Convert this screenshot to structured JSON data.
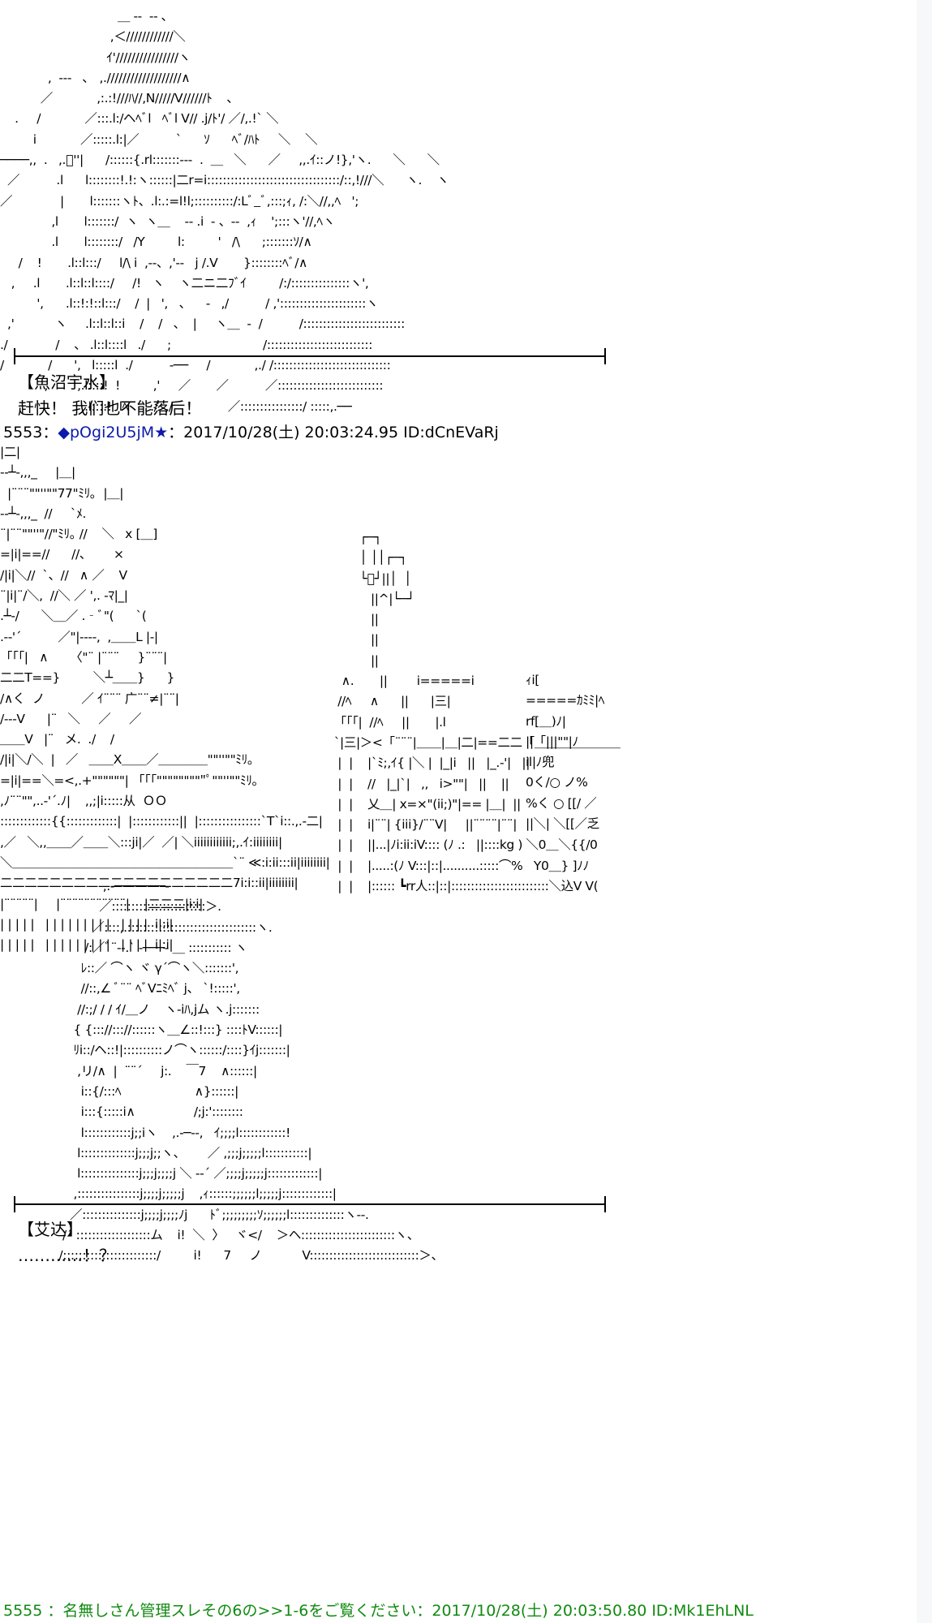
{
  "panel1": {
    "art": "                                ＿ -‐  ‐- ､\n                              ,＜////////////＼\n                             ｲ'////////////////ヽ\n             ,  -‐-   ､   ,.///////////////////∧\n           ／            ,:.:!///ﾊ//,N/////V//////ﾄ    ､\n    .     /            ／:::.l:/ヘﾍﾞl   ﾍﾞl V// .j/ﾄ'/ ／/,.!` ＼\n         i            ／:::::.l:|／          `      ｿ      ﾍﾞ/ﾊﾄ     ＼    ＼\n────,,  .   ,.ﾞ''|      /::::::{.rl:::::::--‐  .  ＿   ＼      ／     ,,.ｲ::ノ!},'ヽ.      ＼      ＼\n  ／          .l      l::::::::!.!:ヽ::::::|二r=i::::::::::::::::::::::::::::::::::/::,!///＼      ヽ.    ヽ\n／             |       l:::::::ヽﾄ、.l:.:=l!l;::::::::::/:Lﾞ_ﾞ,:::;ｨ, /:＼//,,ﾍ   ';\n              ,l       l:::::::/  ヽ  ヽ＿    -‐ .i  - 、-‐  ,ｨ    ';:::ヽ'//,ﾍヽ\n              .l       l::::::::/   /Y         l:         '   /\\      ;:::::::ｿ/∧\n     /    !       .l::l:::/     l/\\ i  ,‐-、,'-‐   j /.V       }::::::::ﾍﾞ/∧\n   ,     .l       .l::l::l::::/     /!   ヽ    ヽ二ニ二ﾌﾞｲ         /:/:::::::::::::::ヽ',\n          ',      .l::!:!::l:::/    /  |   ',   、    ‐   ,/          / ,'::::::::::::::::::::::ヽ\n  ,'           ヽ     .l::l::l::i    /    /   、  |     ヽ＿  ‐  /          /::::::::::::::::::::::::::\n./             /    、 .l::l::::l   ./      ;                         /:::::::::::::::::::::::::::\n/            /      ',   l:::::l  ./          ‐──     /            ,./ /::::::::::::::::::::::::::::::\n            ,        ,.l::::!  !         ,'     ／       ／          ／:::::::::::::::::::::::::::\n                       .l::::!  lﾍ      ./  ,/               ／::::::::::::::::/ :::::,.──",
    "caption_name": "【魚沼宇水】",
    "caption_line": "  赶快！  我们也不能落后！"
  },
  "post_5553": {
    "number": "5553",
    "separator": "：",
    "trip_marker": "◆",
    "trip": "pOgi2U5jM",
    "star": "★",
    "datetime": "：2017/10/28(土) 20:03:24.95",
    "id": "ID:dCnEVaRj"
  },
  "panel2": {
    "art": "|二|\n-‐┴‐,,,_     |＿|\n  |¨¨¨\"\"''\"\"77\"ﾐﾘ｡  |＿|\n-‐┴‐,,,_  //     `ﾒ.\n¨|¨¨\"\"''\"//\"ﾐﾘ｡ //    ＼   x [＿]\n=|i|==//      //、      ×\n/|i|＼//  `、//   ∧ ／    V\n¨|i|¨/＼,  //＼ ／ ',. -ﾏ|_|\n.┴‐/      ＼＿／ .‐ﾞ\"(      `(\n.‐‐'´          ／\"|‐‐‐-,  ,＿＿L |‐|\n「「「|   ∧      〈\"¨ |¨¨¨     }¨¨¨|\n二二T==}         ＼┴＿＿}      }\n/∧く  ノ          ／ ｲ¨¨¨ 广¨¨≠|¨¨|\n/--‐V      |¨   ＼     ／     ／\n＿＿V   |¨   メ.  ./    /\n/|i|＼/＼  |   ／   ＿＿X＿＿／＿＿＿＿\"\"''\"\"ﾐﾘ｡\n=|i|==＼=<,.+\"\"\"\"\"\"| 「「「\"\"\"\"\"\"\"\"\"ﾟ\"\"''\"\"ﾐﾘ｡\n,ﾉ¨¨\"\",..-'´.ﾉ|    ,,;|i:::::从  ＯＯ\n:::::::::::::{{:::::::::::::|  |::::::::::::||  |::::::::::::::::`T`i::.,.-二|\n,／   ＼,,＿＿／＿＿＼:::ji|／  ／| ＼iiiiiiiiiiii;,.ｲ:iiiiiiii|\n＼＿＿＿＿＿＿＿＿＿＿＿＿＿＿＿＿＿＿`¨ ≪:i:ii:::ii|iiiiiiii|\n二二二二二二二二二二二二二二二二二二二7i:i::ii|iiiiiiii|\n|¨¨¨¨¨|     |¨¨¨¨¨¨¨¨¨¨¨|    |二二二|i:i|\n| | | | |   | | | | | | | | |   | | | |  i|:i|\n| | | | |   | | | | | | | | |   | | | |  i|:i|",
    "art_right": "              ┌─┐\n              │ ││┌─┐\n              └ﾟ┘||│  │\n                 ||^|└─┘\n                 ||\n                 ||\n                 ||\n         ∧.       ||        i=====i\n        //ﾍ     ∧      ||      |三|\n       「「「|  //ﾍ     ||       |.l\n       `|三|＞<「¨¨¨|＿＿|＿|二|==二二「＿＿＿＿＿＿＿\n        |  |    |`ﾐ;,ｲ{ |＼ |  |_|i   ||   |_.-'|   ||\n        |  |    //   |_|`|   ,,   i>\"\"|   ||    ||\n        |  |    乂＿| x=×\"(ii;)\"|== |＿|  ||\n        |  |    i|¨¨| {iii}/¨¨V|     ||¨¨¨¨|¨¨|\n        |  |    ||...|ﾉi:ii:iV:::: (ﾉ .:   ||::::kg ) ＼0＿＼{{/0\n        |  |    |.....:(ﾉ V:::|::|..........:::::⌒%   Y0＿} ]ﾉﾉ\n        |  |    |:::::: ┗rr人::|::|:::::::::::::::::::::::::＼込V V(",
    "art_corner": "ｨi[\n=====ｶﾐﾐ|ﾍ\nrf[＿)ﾉ|\n||「|||\"\"|ﾉ\nil|ﾉ兜\n0く/○ ノ%\n%く ○ [[/ ／\n||＼| ＼[[／乏"
  },
  "panel3": {
    "art": "                            ,.-───────-\n                           ／::::::::::::::::::::::::＞.\n                         ／::::,.:::::::::::::::::::::::::::::::::ヽ.\n                       /:／ﾞ¨‐-.` ‐───- ＿ ::::::::::: ヽ\n                      ﾚ::／ ⌒ヽ ヾ γ´⌒ヽ＼:::::::',\n                      //::,∠ ﾞ¨¨ ﾍﾞVﾆﾐﾍﾞ j、 `!:::::',\n                     //:;/ / / ｲ/＿ノ    ヽ-iﾊ,jム ヽ.j:::::::\n                    { {::://::://::::::ヽ＿∠::!:::} ::::ﾄV::::::|\n                    ﾘi::/ヘ::!|::::::::::ノ⌒ヽ::::::/::::}ｲj:::::::|\n                     ,リ/∧  |  ¨¨´     j:.    ￣7    ∧::::::|\n                      i::{/:::ﾍ                    ∧}::::::|\n                      i:::{:::::i∧                /;j:'::::::::\n                      l::::::::::::j;;iヽ    ,.-─‐-,   ｲ;;;;l::::::::::::!\n                     l::::::::::::::j;;;j;;ヽ、      ／ ,;;;j;;;;;l:::::::::::|\n                     l:::::::::::::::j;;;j;;;;j ＼ ‐-´ ／;;;;j;;;;;j:::::::::::::|\n                    ,::::::::::::::::j;;;;j;;;;;j    ,ｨ::::::;;;;;;l;;;;;j:::::::::::::|\n                   ／:::::::::::::::j;;;;j;;;;ﾉj      ﾄﾞ;;;;;;;;;ｿ;;;;;;l::::::::::::::ヽ-‐.\n                 /´ :::::::::::::::::::ム    i!  ＼  〉   ヾ</    ＞ヘ::::::::::::::::::::::::ヽ、\n                /::::::::::::::::::::::::/         i!      7     ノ           V::::::::::::::::::::::::::::＞、"
  },
  "caption2": {
    "name": "【艾达】",
    "line": "  …………！？"
  },
  "post_5555": {
    "text": "5555 ：名無しさん管理スレその6の>>1-6をご覧ください：2017/10/28(土) 20:03:50.80 ID:Mk1EhLNL"
  }
}
